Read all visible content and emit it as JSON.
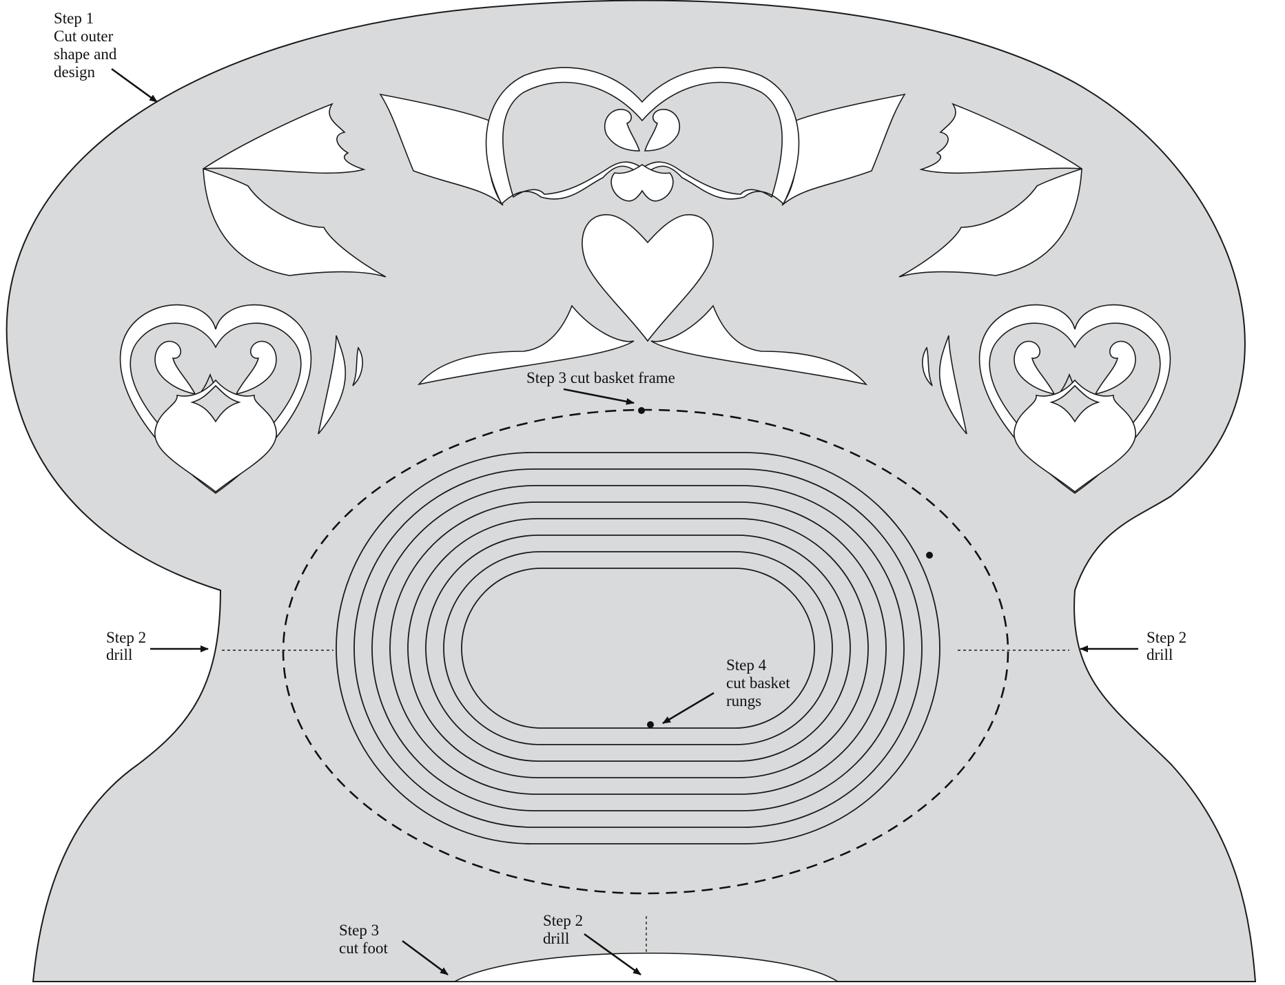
{
  "colors": {
    "board_fill": "#d9dadc",
    "outline": "#1a1a1a",
    "background": "#ffffff",
    "text": "#111111"
  },
  "labels": {
    "step1": [
      "Step 1",
      "Cut outer",
      "shape and",
      "design"
    ],
    "step2_left": [
      "Step 2",
      "drill"
    ],
    "step2_right": [
      "Step 2",
      "drill"
    ],
    "step3_frame": "Step 3 cut basket frame",
    "step4": [
      "Step 4",
      "cut basket",
      "rungs"
    ],
    "step3_foot": [
      "Step 3",
      "cut foot"
    ],
    "step2_bottom": [
      "Step 2",
      "drill"
    ]
  }
}
